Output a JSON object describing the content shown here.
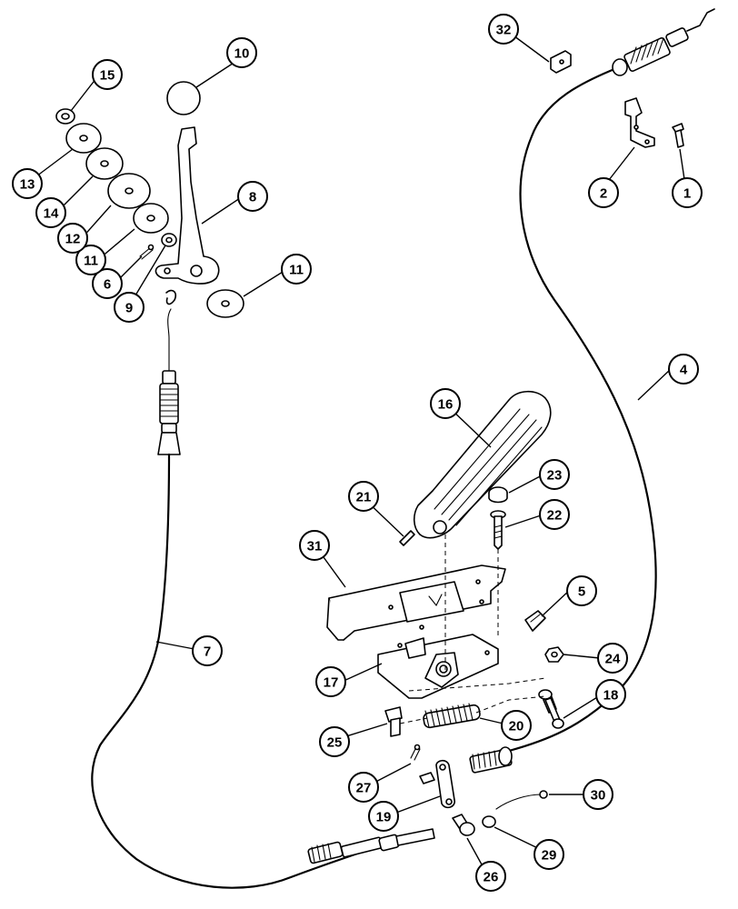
{
  "callouts": [
    {
      "id": "c1",
      "label": "1"
    },
    {
      "id": "c2",
      "label": "2"
    },
    {
      "id": "c4",
      "label": "4"
    },
    {
      "id": "c5",
      "label": "5"
    },
    {
      "id": "c6",
      "label": "6"
    },
    {
      "id": "c7",
      "label": "7"
    },
    {
      "id": "c8",
      "label": "8"
    },
    {
      "id": "c9",
      "label": "9"
    },
    {
      "id": "c10",
      "label": "10"
    },
    {
      "id": "c11a",
      "label": "11"
    },
    {
      "id": "c11b",
      "label": "11"
    },
    {
      "id": "c12",
      "label": "12"
    },
    {
      "id": "c13",
      "label": "13"
    },
    {
      "id": "c14",
      "label": "14"
    },
    {
      "id": "c15",
      "label": "15"
    },
    {
      "id": "c16",
      "label": "16"
    },
    {
      "id": "c17",
      "label": "17"
    },
    {
      "id": "c18",
      "label": "18"
    },
    {
      "id": "c19",
      "label": "19"
    },
    {
      "id": "c20",
      "label": "20"
    },
    {
      "id": "c21",
      "label": "21"
    },
    {
      "id": "c22",
      "label": "22"
    },
    {
      "id": "c23",
      "label": "23"
    },
    {
      "id": "c24",
      "label": "24"
    },
    {
      "id": "c25",
      "label": "25"
    },
    {
      "id": "c26",
      "label": "26"
    },
    {
      "id": "c27",
      "label": "27"
    },
    {
      "id": "c29",
      "label": "29"
    },
    {
      "id": "c30",
      "label": "30"
    },
    {
      "id": "c31",
      "label": "31"
    },
    {
      "id": "c32",
      "label": "32"
    }
  ]
}
